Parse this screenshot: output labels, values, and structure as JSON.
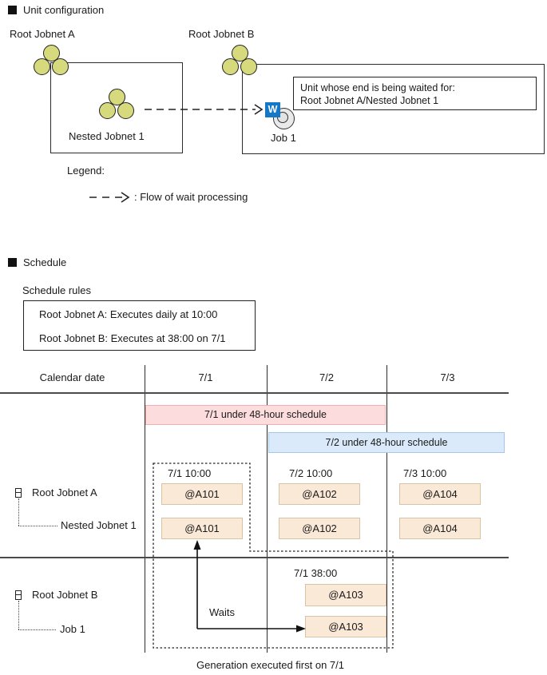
{
  "sections": {
    "unit_config_title": "Unit configuration",
    "schedule_title": "Schedule"
  },
  "unit_config": {
    "root_a_label": "Root Jobnet A",
    "nested_label": "Nested Jobnet 1",
    "root_b_label": "Root Jobnet B",
    "job_label": "Job 1",
    "wait_badge": "W",
    "callout_line1": "Unit whose end is being waited for:",
    "callout_line2": "Root Jobnet A/Nested Jobnet 1"
  },
  "legend": {
    "title": "Legend:",
    "wait_flow_label": ": Flow of wait processing"
  },
  "schedule": {
    "rules_title": "Schedule rules",
    "rule_a": "Root Jobnet A: Executes daily at 10:00",
    "rule_b": "Root Jobnet B: Executes at 38:00 on 7/1",
    "header": {
      "calendar": "Calendar date",
      "d1": "7/1",
      "d2": "7/2",
      "d3": "7/3"
    },
    "band_71": "7/1 under 48-hour schedule",
    "band_72": "7/2 under 48-hour schedule",
    "row_a": {
      "parent": "Root Jobnet A",
      "child": "Nested Jobnet 1",
      "cols": [
        {
          "time": "7/1 10:00",
          "parent_gen": "@A101",
          "child_gen": "@A101"
        },
        {
          "time": "7/2 10:00",
          "parent_gen": "@A102",
          "child_gen": "@A102"
        },
        {
          "time": "7/3 10:00",
          "parent_gen": "@A104",
          "child_gen": "@A104"
        }
      ]
    },
    "row_b": {
      "parent": "Root Jobnet B",
      "child": "Job 1",
      "time": "7/1 38:00",
      "parent_gen": "@A103",
      "child_gen": "@A103"
    },
    "waits_label": "Waits",
    "footer_note": "Generation executed first on 7/1"
  },
  "colors": {
    "band_71_fill": "#fcdcdc",
    "band_71_border": "#f1aeae",
    "band_72_fill": "#daeafa",
    "band_72_border": "#a6c8e8",
    "generation_box_fill": "#fbe9d8",
    "generation_box_border": "#d9c3a5",
    "jobnet_icon_fill": "#d7da7c",
    "wait_badge_blue": "#1477c8"
  }
}
